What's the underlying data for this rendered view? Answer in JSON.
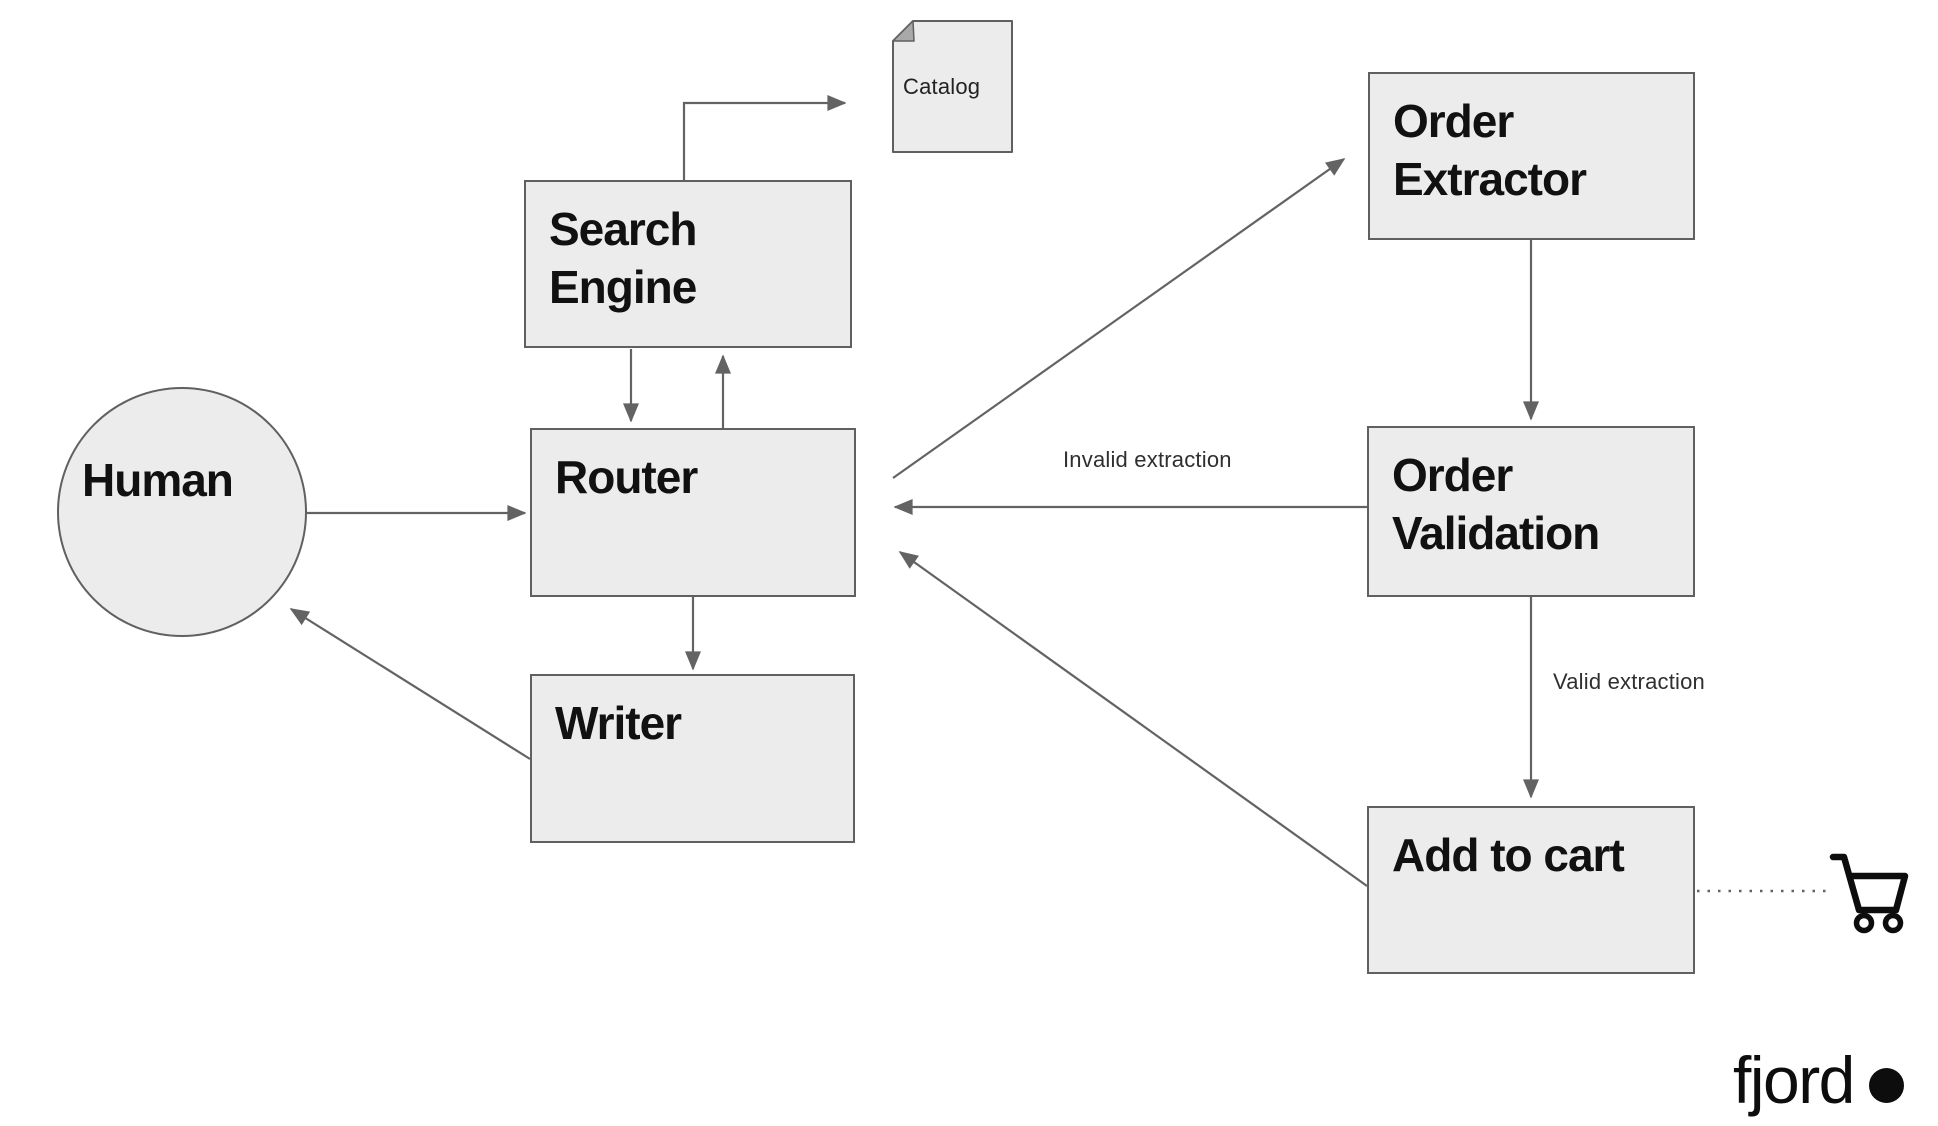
{
  "colors": {
    "background": "#ffffff",
    "node_fill": "#ececec",
    "node_border": "#606060",
    "arrow_color": "#636363",
    "node_text": "#111111",
    "edge_label_text": "#2f2f2f",
    "brand_color": "#0d0d0d"
  },
  "nodes": {
    "human": {
      "label": "Human",
      "shape": "circle"
    },
    "search_engine": {
      "label": "Search Engine",
      "shape": "rect"
    },
    "router": {
      "label": "Router",
      "shape": "rect"
    },
    "writer": {
      "label": "Writer",
      "shape": "rect"
    },
    "catalog": {
      "label": "Catalog",
      "shape": "document"
    },
    "order_extractor": {
      "label": "Order Extractor",
      "shape": "rect"
    },
    "order_validation": {
      "label": "Order Validation",
      "shape": "rect"
    },
    "add_to_cart": {
      "label": "Add to cart",
      "shape": "rect"
    }
  },
  "edge_labels": {
    "invalid": "Invalid extraction",
    "valid": "Valid extraction"
  },
  "edges": [
    {
      "from": "human",
      "to": "router"
    },
    {
      "from": "search_engine",
      "to": "router"
    },
    {
      "from": "router",
      "to": "search_engine"
    },
    {
      "from": "search_engine",
      "to": "catalog"
    },
    {
      "from": "router",
      "to": "writer"
    },
    {
      "from": "writer",
      "to": "human"
    },
    {
      "from": "router",
      "to": "order_extractor"
    },
    {
      "from": "order_extractor",
      "to": "order_validation"
    },
    {
      "from": "order_validation",
      "to": "router",
      "label": "Invalid extraction"
    },
    {
      "from": "order_validation",
      "to": "add_to_cart",
      "label": "Valid extraction"
    },
    {
      "from": "add_to_cart",
      "to": "router"
    },
    {
      "from": "add_to_cart",
      "to": "shopping_cart_icon",
      "style": "dotted"
    }
  ],
  "icons": {
    "shopping_cart": "shopping-cart-icon",
    "brand_dot": "brand-dot-icon"
  },
  "logo": {
    "text": "fjord",
    "mark": ""
  }
}
